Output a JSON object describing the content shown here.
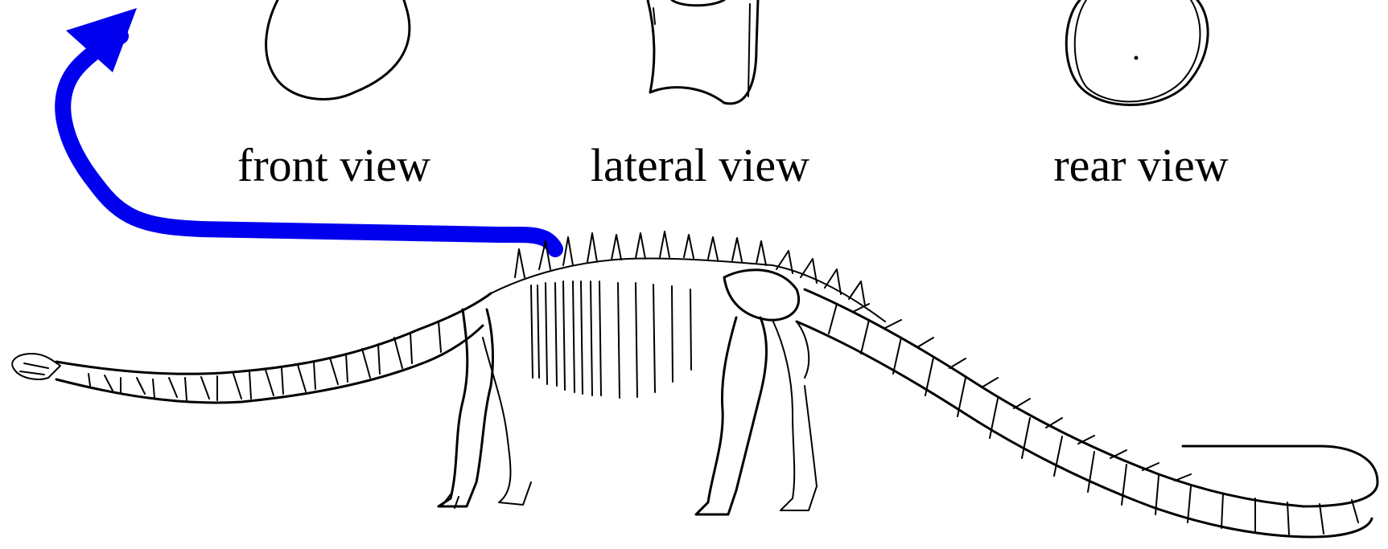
{
  "labels": {
    "front": "front view",
    "lateral": "lateral view",
    "rear": "rear view"
  },
  "colors": {
    "arrow": "#0000ee",
    "line": "#000000",
    "background": "#ffffff"
  }
}
